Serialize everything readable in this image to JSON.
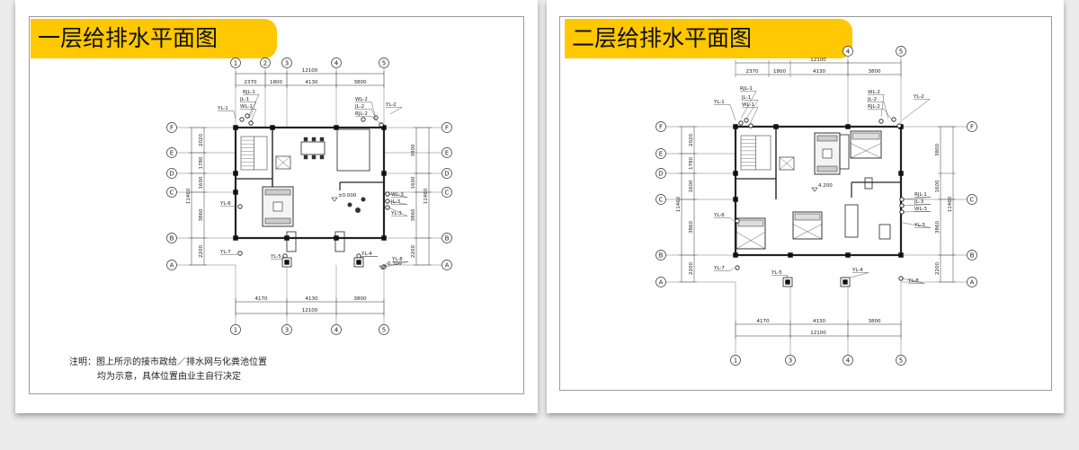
{
  "slides": [
    {
      "title": "一层给排水平面图",
      "axis_top": [
        "1",
        "2",
        "3",
        "4",
        "5"
      ],
      "axis_bottom": [
        "1",
        "3",
        "4",
        "5"
      ],
      "axis_left": [
        "F",
        "E",
        "D",
        "C",
        "B",
        "A"
      ],
      "axis_right": [
        "F",
        "E",
        "D",
        "C",
        "B",
        "A"
      ],
      "dims_top_total": "12100",
      "dims_top": [
        "2370",
        "1800",
        "4130",
        "3800"
      ],
      "dims_bottom": [
        "4170",
        "4130",
        "3800"
      ],
      "dims_bottom_total": "12100",
      "dims_left": [
        "2020",
        "1780",
        "1600",
        "3860",
        "2200"
      ],
      "dims_left_total": "11460",
      "dims_right": [
        "3800",
        "1600",
        "3860",
        "2200"
      ],
      "dims_right_total": "11460",
      "pipe_labels": [
        "RJL-1",
        "JL-1",
        "WL-1",
        "YL-1",
        "WL-2",
        "JL-2",
        "RJL-2",
        "YL-2",
        "WL-3",
        "JL-3",
        "YL-3",
        "YL-6",
        "YL-7",
        "YL-5",
        "YL-4",
        "YL-8"
      ],
      "elevations": [
        "±0.000",
        "-0.300"
      ],
      "note_lines": [
        "注明：图上所示的接市政给／排水网与化粪池位置",
        "均为示意，具体位置由业主自行决定"
      ]
    },
    {
      "title": "二层给排水平面图",
      "axis_top": [
        "4",
        "5"
      ],
      "axis_bottom": [
        "1",
        "3",
        "4",
        "5"
      ],
      "axis_left": [
        "F",
        "E",
        "D",
        "C",
        "B",
        "A"
      ],
      "axis_right": [
        "F",
        "C",
        "B",
        "A"
      ],
      "dims_top_total": "12100",
      "dims_top": [
        "2370",
        "1800",
        "4130",
        "3800"
      ],
      "dims_bottom": [
        "4170",
        "4130",
        "3800"
      ],
      "dims_bottom_total": "12100",
      "dims_left": [
        "2020",
        "1780",
        "1600",
        "3860",
        "2200"
      ],
      "dims_left_total": "11460",
      "dims_right": [
        "3800",
        "1600",
        "3860",
        "2200"
      ],
      "dims_right_total": "11460",
      "pipe_labels": [
        "RJL-1",
        "JL-1",
        "WL-1",
        "YL-1",
        "WL-2",
        "JL-2",
        "RJL-2",
        "YL-2",
        "RJL-1",
        "JL-3",
        "WL-3",
        "YL-3",
        "YL-6",
        "YL-7",
        "YL-5",
        "YL-4",
        "YL-8"
      ],
      "elevations": [
        "4.200"
      ]
    }
  ]
}
